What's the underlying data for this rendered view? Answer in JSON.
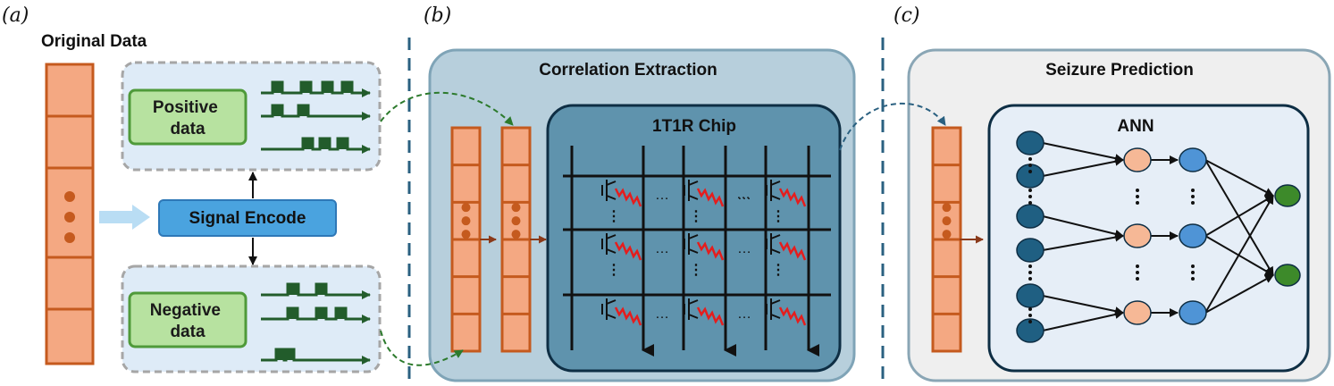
{
  "panels": {
    "a": {
      "tag": "(a)",
      "title": "Original Data",
      "positive": "Positive\ndata",
      "negative": "Negative\ndata",
      "encode": "Signal Encode"
    },
    "b": {
      "tag": "(b)",
      "title": "Correlation Extraction",
      "chip": "1T1R Chip"
    },
    "c": {
      "tag": "(c)",
      "title": "Seizure Prediction",
      "ann": "ANN"
    }
  },
  "colors": {
    "data_cell": "#f4a882",
    "data_border": "#c55a1e",
    "encode_fill": "#4aa3df",
    "encode_border": "#2e78b7",
    "green_box": "#b7e2a0",
    "green_border": "#4f9a3a",
    "pulse": "#225c2b",
    "panel_b": "#b7cfdc",
    "chip_fill": "#5f93ad",
    "chip_border": "#0e2e44",
    "panel_c": "#efefef",
    "ann_fill": "#e6eef7",
    "node_input": "#1f5f82",
    "node_hidden1": "#f6b896",
    "node_hidden2": "#4f94d6",
    "node_output": "#3d8a2a",
    "dashed_blue": "#2a6080",
    "dashed_green": "#2c7a2c",
    "resistor": "#e51d1d"
  },
  "icons": [
    "right-arrow-icon",
    "double-arrow-icon",
    "ellipsis-icon"
  ]
}
